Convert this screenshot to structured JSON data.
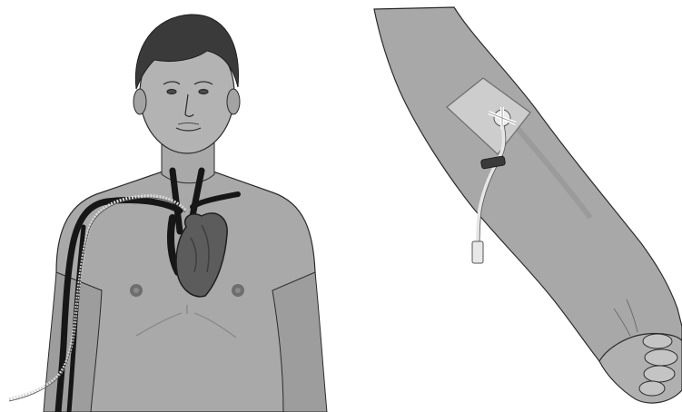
{
  "illustration": {
    "panels": [
      {
        "id": "torso",
        "subject": "torso-figure"
      },
      {
        "id": "arm",
        "subject": "arm-figure"
      }
    ],
    "colors": {
      "background": "#ffffff",
      "skin": "#a9a9a9",
      "skin_light": "#c4c4c4",
      "skin_shadow": "#8c8c8c",
      "hair": "#3a3a3a",
      "outline": "#2b2b2b",
      "vessel": "#161616",
      "heart": "#5c5c5c",
      "heart_dark": "#3e3e3e",
      "catheter": "#d8d8d8",
      "dressing": "#cfcfcf"
    }
  }
}
